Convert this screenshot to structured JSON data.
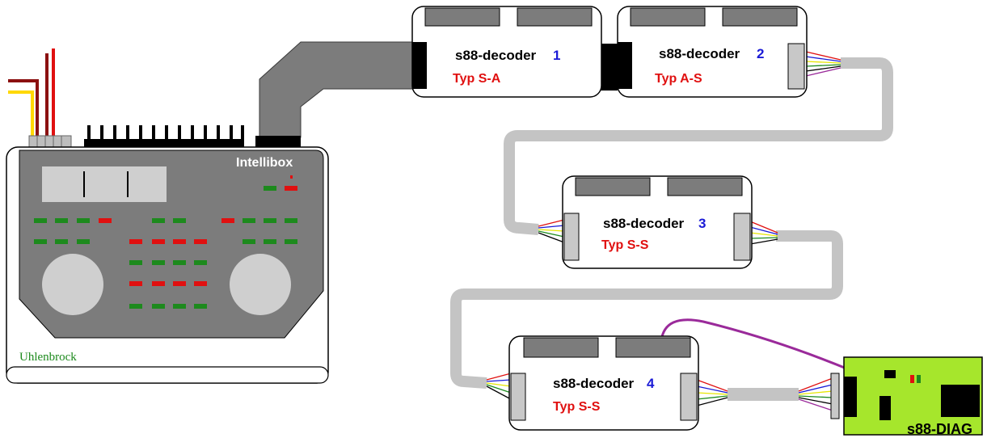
{
  "intellibox": {
    "name": "Intellibox",
    "brand": "Uhlenbrock"
  },
  "decoders": [
    {
      "label": "s88-decoder",
      "number": "1",
      "type": "Typ S-A"
    },
    {
      "label": "s88-decoder",
      "number": "2",
      "type": "Typ A-S"
    },
    {
      "label": "s88-decoder",
      "number": "3",
      "type": "Typ S-S"
    },
    {
      "label": "s88-decoder",
      "number": "4",
      "type": "Typ S-S"
    }
  ],
  "diag": {
    "label": "s88-DIAG"
  },
  "colors": {
    "body_gray": "#7c7c7c",
    "light_gray": "#c8c8c8",
    "cable_gray": "#c4c4c4",
    "led_green": "#1d8a1d",
    "led_red": "#e01010",
    "diag_green": "#a6e62c",
    "purple_wire": "#9a2a9a",
    "number_blue": "#1a1ad6"
  }
}
